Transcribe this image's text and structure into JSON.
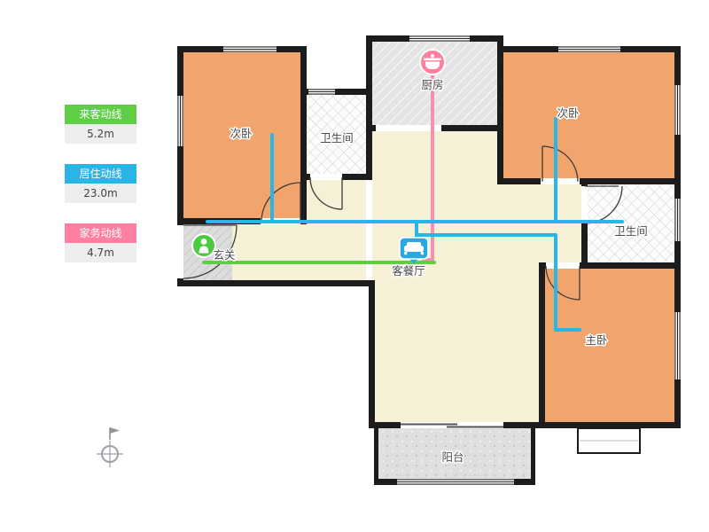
{
  "legend": {
    "items": [
      {
        "name": "visitor-line",
        "label": "来客动线",
        "value": "5.2m",
        "color": "#5ecf45"
      },
      {
        "name": "living-line",
        "label": "居住动线",
        "value": "23.0m",
        "color": "#2ab5e9"
      },
      {
        "name": "housework-line",
        "label": "家务动线",
        "value": "4.7m",
        "color": "#ff7fa1"
      }
    ]
  },
  "rooms": {
    "bedroom_left": "次卧",
    "bathroom_1": "卫生间",
    "kitchen": "厨房",
    "bedroom_right": "次卧",
    "bathroom_2": "卫生间",
    "entrance": "玄关",
    "living_dining": "客餐厅",
    "master_bedroom": "主卧",
    "balcony": "阳台"
  },
  "colors": {
    "wall": "#1c1c1c",
    "bedroom_fill": "#f1a46c",
    "living_fill": "#f5f0d6",
    "visitor_line": "#5ecf45",
    "living_line": "#2ab5e9",
    "housework_line": "#f590ae",
    "marker_green": "#4cc93f",
    "marker_blue": "#2ba8de",
    "marker_pink": "#ff7fa1"
  },
  "icons": {
    "entrance_marker": "person-icon",
    "living_marker": "sofa-icon",
    "kitchen_marker": "cooking-pot-icon",
    "orientation": "compass-icon"
  }
}
